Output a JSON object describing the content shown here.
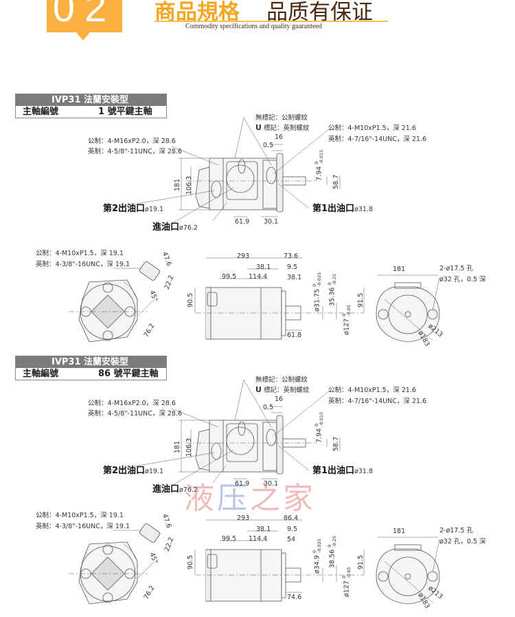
{
  "header": {
    "number": "02",
    "title": "商品規格",
    "subtitle": "品质有保证",
    "english": "Commodity specifications and quality guaranteed"
  },
  "watermark": "液压之家",
  "colors": {
    "accent": "#fbb040",
    "title_bar": "#7b7b7b",
    "brown": "#4a2a12"
  },
  "sections": [
    {
      "title": "IVP31 法蘭安裝型",
      "shaft_label": "主軸編號",
      "shaft_value": "1 號平鍵主軸",
      "note_none": "無標記：公制螺紋",
      "note_u_mark": "U",
      "note_u": "標記：英制螺紋",
      "rear_metric": "公制：4-M10xP1.5，深 21.6",
      "rear_imperial": "英制：4-7/16\"-14UNC，深 21.6",
      "main_metric": "公制：4-M16xP2.0，深 28.6",
      "main_imperial": "英制：4-5/8\"-11UNC，深 28.6",
      "dim_16": "16",
      "dim_05": "0.5",
      "dim_181": "181",
      "dim_1063": "106.3",
      "dim_794": "7.94",
      "tol_794_up": "0",
      "tol_794_low": "-0.015",
      "dim_587": "58.7",
      "out2_label": "第2出油口",
      "out2_size": "ø19.1",
      "out1_label": "第1出油口",
      "out1_size": "ø31.8",
      "in_label": "進油口",
      "in_size": "ø76.2",
      "dim_619": "61.9",
      "dim_301": "30.1",
      "front_metric": "公制：4-M10xP1.5，深 19.1",
      "front_imperial": "英制：4-3/8\"-16UNC，深 19.1",
      "dim_476": "47.6",
      "dim_222": "22.2",
      "angle": "45°",
      "dim_762": "76.2",
      "dim_293": "293",
      "dim_overhang": "73.6",
      "dim_381": "38.1",
      "dim_95": "9.5",
      "dim_995": "99.5",
      "dim_1144": "114.4",
      "dim_key": "38.1",
      "dim_905": "90.5",
      "shaft_dia": "ø31.75",
      "shaft_tol_up": "0",
      "shaft_tol_low": "-0.025",
      "key_height": "35.36",
      "key_tol_up": "0",
      "key_tol_low": "-0.25",
      "dim_915": "91.5",
      "pilot": "ø127",
      "pilot_tol_up": "0",
      "pilot_tol_low": "-0.05",
      "dim_shaft_len": "61.8",
      "end_181": "181",
      "holes": "2-ø17.5 孔",
      "counterbore": "ø32 孔，0.5 深",
      "dia_213": "ø213",
      "dia_183": "ø183"
    },
    {
      "title": "IVP31 法蘭安裝型",
      "shaft_label": "主軸編號",
      "shaft_value": "86 號平鍵主軸",
      "note_none": "無標記：公制螺紋",
      "note_u_mark": "U",
      "note_u": "標記：英制螺紋",
      "rear_metric": "公制：4-M10xP1.5，深 21.6",
      "rear_imperial": "英制：4-7/16\"-14UNC，深 21.6",
      "main_metric": "公制：4-M16xP2.0，深 28.6",
      "main_imperial": "英制：4-5/8\"-11UNC，深 28.6",
      "dim_16": "16",
      "dim_05": "0.5",
      "dim_181": "181",
      "dim_1063": "106.3",
      "dim_794": "7.94",
      "tol_794_up": "0",
      "tol_794_low": "-0.015",
      "dim_587": "58.7",
      "out2_label": "第2出油口",
      "out2_size": "ø19.1",
      "out1_label": "第1出油口",
      "out1_size": "ø31.8",
      "in_label": "進油口",
      "in_size": "ø76.2",
      "dim_619": "61.9",
      "dim_301": "30.1",
      "front_metric": "公制：4-M10xP1.5，深 19.1",
      "front_imperial": "英制：4-3/8\"-16UNC，深 19.1",
      "dim_476": "47.6",
      "dim_222": "22.2",
      "angle": "45°",
      "dim_762": "76.2",
      "dim_293": "293",
      "dim_overhang": "86.4",
      "dim_381": "38.1",
      "dim_95": "9.5",
      "dim_995": "99.5",
      "dim_1144": "114.4",
      "dim_key": "54",
      "dim_905": "90.5",
      "shaft_dia": "ø34.9",
      "shaft_tol_up": "0",
      "shaft_tol_low": "-0.025",
      "key_height": "38.56",
      "key_tol_up": "0",
      "key_tol_low": "-0.25",
      "dim_915": "91.5",
      "pilot": "ø127",
      "pilot_tol_up": "0",
      "pilot_tol_low": "-0.05",
      "dim_shaft_len": "74.6",
      "end_181": "181",
      "holes": "2-ø17.5 孔",
      "counterbore": "ø32 孔，0.5 深",
      "dia_213": "ø213",
      "dia_183": "ø183"
    }
  ]
}
